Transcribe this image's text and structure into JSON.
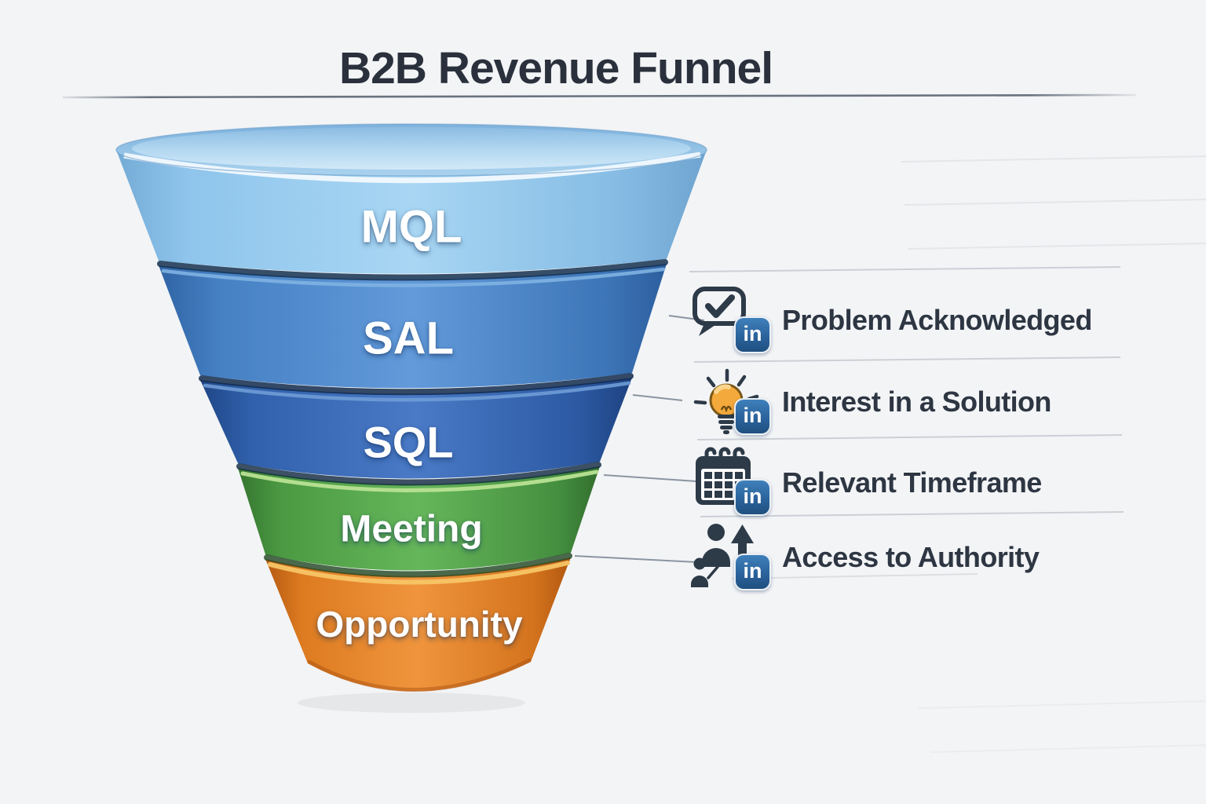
{
  "title": "B2B Revenue Funnel",
  "funnel": {
    "stages": [
      {
        "label": "MQL",
        "color": "#8fc4ec"
      },
      {
        "label": "SAL",
        "color": "#4681c4"
      },
      {
        "label": "SQL",
        "color": "#3161ac"
      },
      {
        "label": "Meeting",
        "color": "#4b9a43"
      },
      {
        "label": "Opportunity",
        "color": "#dd7b20"
      }
    ]
  },
  "annotations": {
    "badge_text": "in",
    "badge_color": "#2e6da4",
    "items": [
      {
        "label": "Problem Acknowledged",
        "icon": "speech-check-icon"
      },
      {
        "label": "Interest in a Solution",
        "icon": "lightbulb-icon"
      },
      {
        "label": "Relevant Timeframe",
        "icon": "calendar-icon"
      },
      {
        "label": "Access to Authority",
        "icon": "people-up-arrow-icon"
      }
    ]
  },
  "colors": {
    "background": "#f3f4f6",
    "title_text": "#2a313c",
    "annotation_text": "#2d3642",
    "divider": "#c6cad1",
    "icon_slate": "#2d3a48"
  }
}
